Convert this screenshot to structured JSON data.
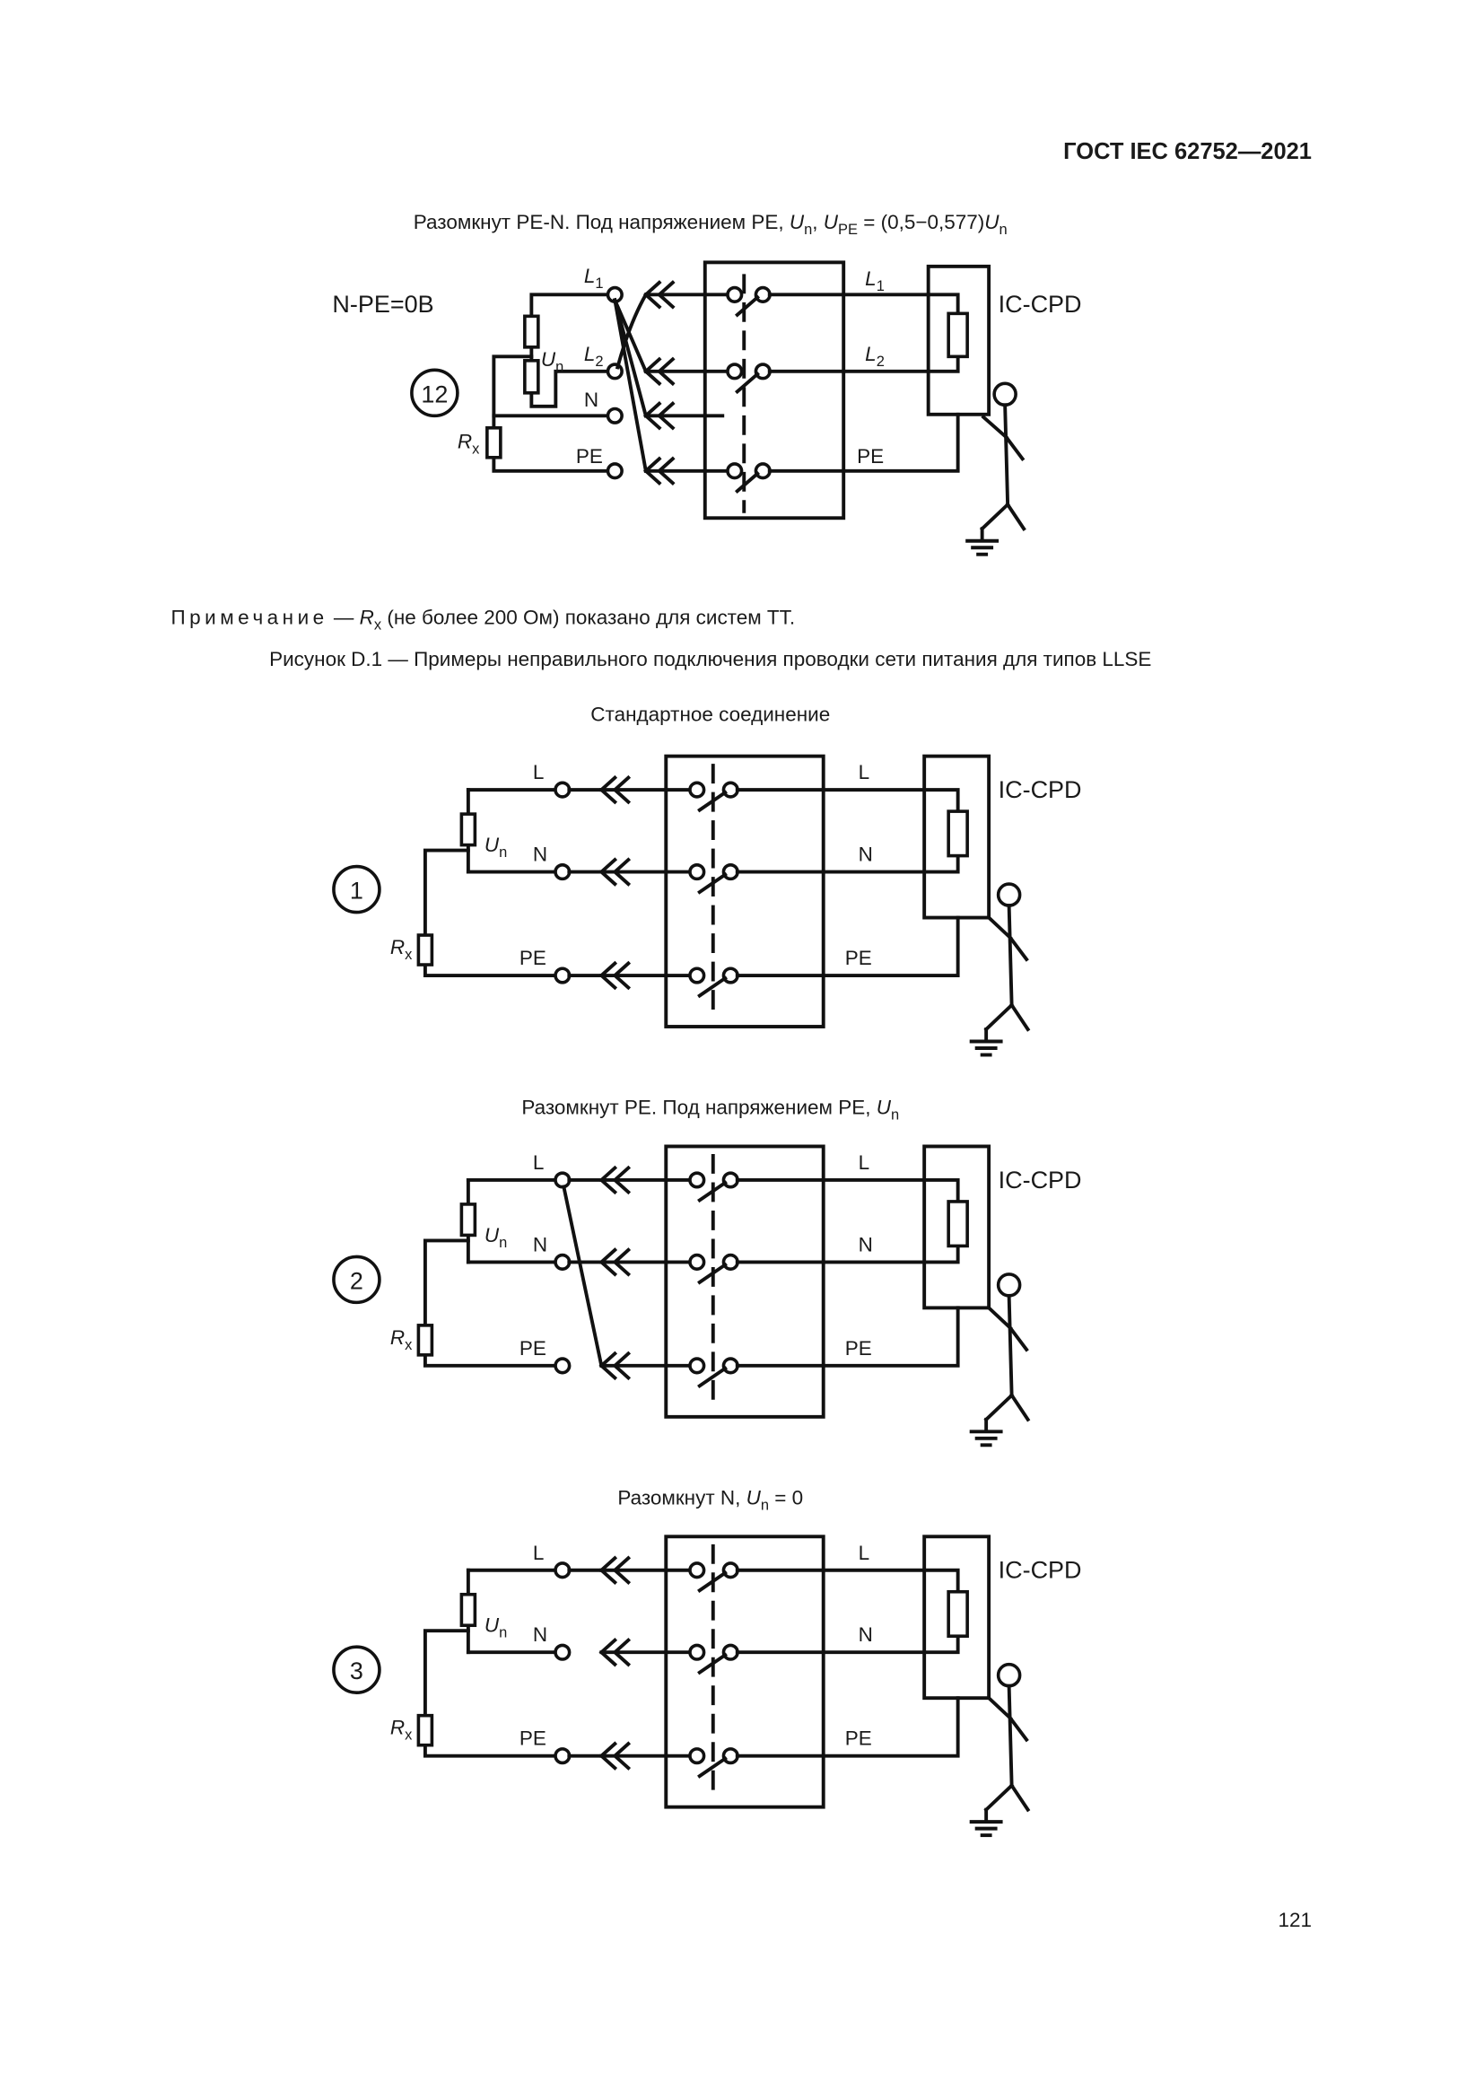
{
  "header": {
    "standard": "ГОСТ IEC 62752—2021"
  },
  "top_figure": {
    "title": {
      "a": "Разомкнут PE-N. Под напряжением PE, ",
      "u1": "U",
      "s1": "n",
      "b": ", ",
      "u2": "U",
      "s2": "PE",
      "c": " = (0,5−0,577)",
      "u3": "U",
      "s3": "n"
    },
    "npe_label": "N-PE=0B",
    "number": "12",
    "left_labels": {
      "l1": "L",
      "l1_sub": "1",
      "l2": "L",
      "l2_sub": "2",
      "n": "N",
      "pe": "PE",
      "un": "U",
      "un_sub": "n",
      "rx": "R",
      "rx_sub": "x"
    },
    "right_labels": {
      "l1": "L",
      "l1_sub": "1",
      "l2": "L",
      "l2_sub": "2",
      "pe": "PE"
    },
    "device": "IC-CPD"
  },
  "note": {
    "prefix": "Примечание",
    "dash": " — ",
    "r": "R",
    "r_sub": "x",
    "text": " (не более 200 Ом) показано для систем ТТ."
  },
  "figure_caption": "Рисунок D.1 — Примеры неправильного подключения проводки сети питания для типов LLSE",
  "diagrams": [
    {
      "title": {
        "a": "Стандартное соединение"
      },
      "number": "1"
    },
    {
      "title": {
        "a": "Разомкнут PE. Под напряжением PE, ",
        "u": "U",
        "s": "n"
      },
      "number": "2"
    },
    {
      "title": {
        "a": "Разомкнут N, ",
        "u": "U",
        "s": "n",
        "c": " = 0"
      },
      "number": "3"
    }
  ],
  "diagram_labels": {
    "l": "L",
    "n": "N",
    "pe": "PE",
    "un": "U",
    "un_sub": "n",
    "rx": "R",
    "rx_sub": "x",
    "device": "IC-CPD"
  },
  "page_number": "121"
}
